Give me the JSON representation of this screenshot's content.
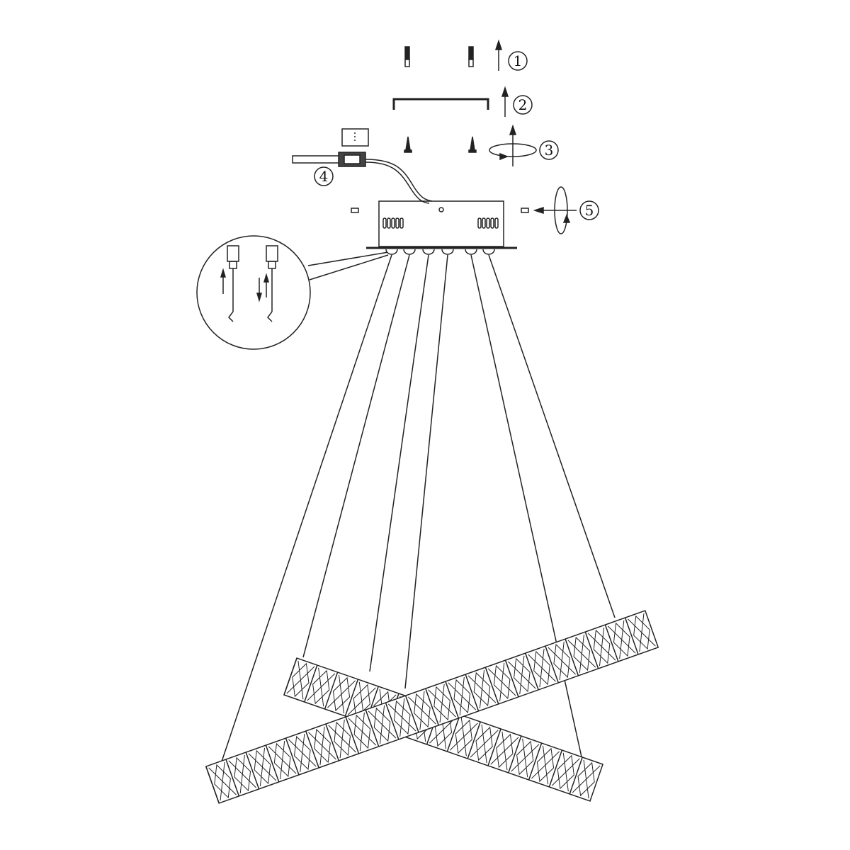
{
  "steps": [
    {
      "label": "1"
    },
    {
      "label": "2"
    },
    {
      "label": "3"
    },
    {
      "label": "4"
    },
    {
      "label": "5"
    }
  ],
  "colors": {
    "line": "#222222",
    "background": "#ffffff"
  }
}
